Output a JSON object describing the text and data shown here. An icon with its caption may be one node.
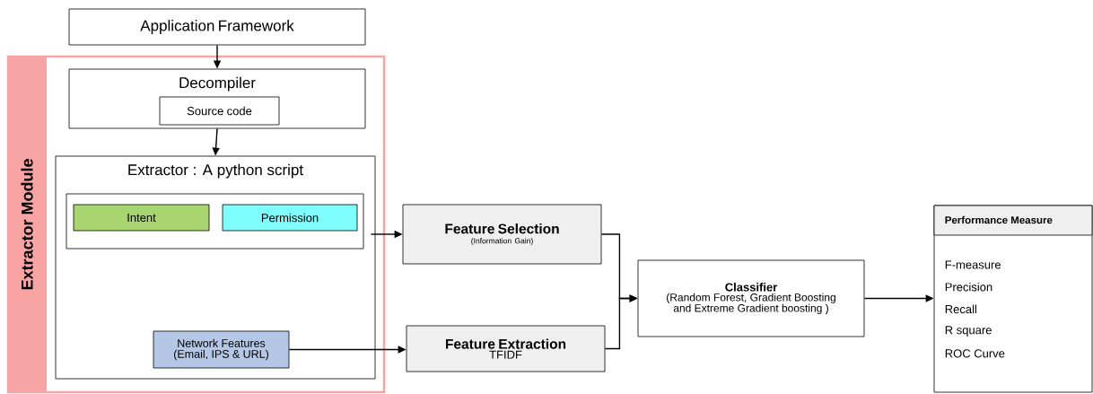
{
  "diagram": {
    "nodes": [
      {
        "text": [
          "Application Framework"
        ]
      },
      {
        "text": [
          "Extractor Module"
        ]
      },
      {
        "text": [
          "Decompiler"
        ],
        "in": 1
      },
      {
        "text": [
          "Source code"
        ],
        "in": 2
      },
      {
        "text": [
          "Extractor : A python script"
        ],
        "in": 1
      },
      {
        "text": [],
        "shape": "box",
        "in": 4
      },
      {
        "text": [
          "Intent"
        ],
        "in": 5
      },
      {
        "text": [
          "Permission"
        ],
        "in": 5
      },
      {
        "text": [
          "Network Features (Email, IPS & URL)"
        ],
        "in": 4
      },
      {
        "text": [
          "Feature Selection",
          "(Information Gain)"
        ]
      },
      {
        "text": [
          "Feature Extraction",
          "TFIDF"
        ]
      },
      {
        "text": [
          "Classifier",
          "(Random Forest, Gradient Boosting and Extreme Gradient boosting )"
        ]
      },
      {
        "text": [
          "Performance Measure",
          "F-measure",
          "Precision",
          "Recall",
          "R square",
          "ROC Curve"
        ]
      }
    ],
    "edges": [
      {
        "from": 0,
        "to": 2,
        "arrow": "to"
      },
      {
        "from": 2,
        "to": 4,
        "arrow": "to"
      },
      {
        "from": 5,
        "to": 9,
        "arrow": "to"
      },
      {
        "from": 8,
        "to": 10,
        "arrow": "to"
      },
      {
        "from": 9,
        "to": 11,
        "arrow": "to"
      },
      {
        "from": 10,
        "to": 11,
        "arrow": "to"
      },
      {
        "from": 11,
        "to": 12,
        "arrow": "to"
      }
    ]
  }
}
